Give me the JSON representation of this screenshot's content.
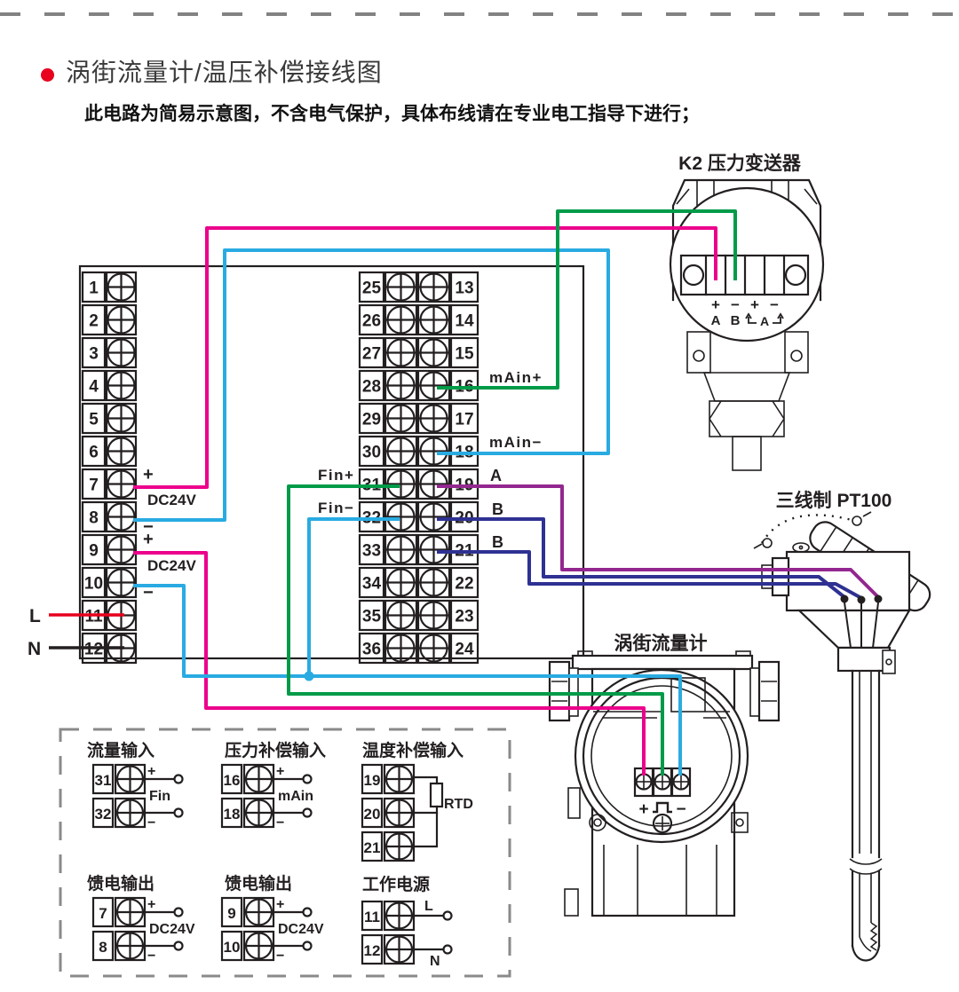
{
  "header": {
    "title": "涡街流量计/温压补偿接线图",
    "subtitle": "此电路为简易示意图，不含电气保护，具体布线请在专业电工指导下进行；"
  },
  "colors": {
    "magenta": "#ec008c",
    "cyan": "#29abe2",
    "green": "#009b48",
    "purple": "#93278f",
    "blue": "#2e3192",
    "red": "#e8001d",
    "black": "#231f20",
    "dash": "#828282"
  },
  "recorder": {
    "left_terminals": [
      "1",
      "2",
      "3",
      "4",
      "5",
      "6",
      "7",
      "8",
      "9",
      "10",
      "11",
      "12"
    ],
    "middle_left_terminals": [
      "25",
      "26",
      "27",
      "28",
      "29",
      "30",
      "31",
      "32",
      "33",
      "34",
      "35",
      "36"
    ],
    "middle_right_terminals": [
      "13",
      "14",
      "15",
      "16",
      "17",
      "18",
      "19",
      "20",
      "21",
      "22",
      "23",
      "24"
    ],
    "labels": {
      "plus_7": "+",
      "dc24v_7_8": "DC24V",
      "minus_8": "−",
      "plus_9": "+",
      "dc24v_9_10": "DC24V",
      "minus_10": "−",
      "main_plus": "mAin+",
      "main_minus": "mAin−",
      "fin_plus": "Fin+",
      "fin_minus": "Fin−",
      "a_19": "A",
      "b_20": "B",
      "b_21": "B",
      "live": "L",
      "neutral": "N"
    }
  },
  "k2": {
    "title": "K2 压力变送器",
    "polarity": [
      "+",
      "−",
      "+",
      "−"
    ],
    "terminal_a": "A",
    "terminal_b": "B",
    "bracket_label": "A"
  },
  "pt100": {
    "title": "三线制 PT100"
  },
  "flowmeter": {
    "title": "涡街流量计",
    "plus": "+",
    "minus": "−"
  },
  "detail_box": {
    "groups": [
      {
        "title": "流量输入",
        "terminals": [
          "31",
          "32"
        ],
        "plus": "+",
        "minus": "−",
        "label": "Fin"
      },
      {
        "title": "压力补偿输入",
        "terminals": [
          "16",
          "18"
        ],
        "plus": "+",
        "minus": "−",
        "label": "mAin"
      },
      {
        "title": "温度补偿输入",
        "terminals": [
          "19",
          "20",
          "21"
        ],
        "label": "RTD"
      },
      {
        "title": "馈电输出",
        "terminals": [
          "7",
          "8"
        ],
        "plus": "+",
        "minus": "−",
        "label": "DC24V"
      },
      {
        "title": "馈电输出",
        "terminals": [
          "9",
          "10"
        ],
        "plus": "+",
        "minus": "−",
        "label": "DC24V"
      },
      {
        "title": "工作电源",
        "terminals": [
          "11",
          "12"
        ],
        "top": "L",
        "bottom": "N"
      }
    ]
  }
}
